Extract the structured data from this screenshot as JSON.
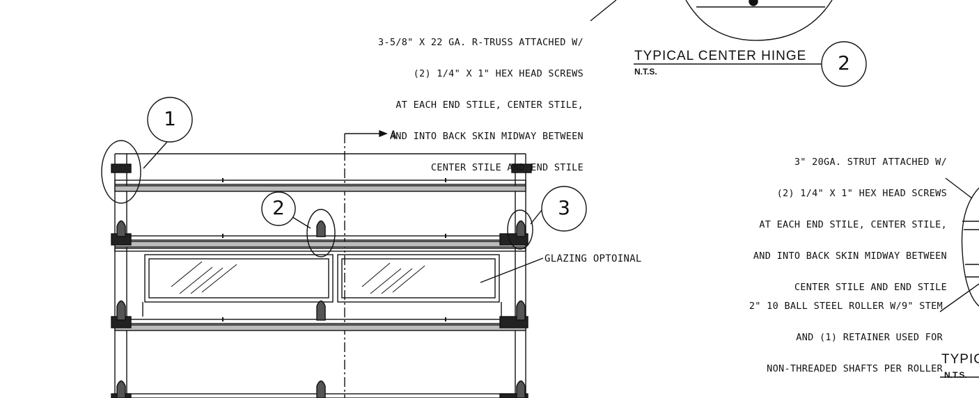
{
  "notes": {
    "rtruss": [
      "3-5/8\" X 22 GA. R-TRUSS ATTACHED W/",
      "(2) 1/4\" X 1\" HEX HEAD SCREWS",
      "AT EACH END STILE, CENTER STILE,",
      "AND INTO BACK SKIN MIDWAY BETWEEN",
      "CENTER STILE AND END STILE"
    ],
    "strut": [
      "3\" 20GA. STRUT ATTACHED W/",
      "(2) 1/4\" X 1\" HEX HEAD SCREWS",
      "AT EACH END STILE, CENTER STILE,",
      "AND INTO BACK SKIN MIDWAY BETWEEN",
      "CENTER STILE AND END STILE"
    ],
    "roller": [
      "2\" 10 BALL STEEL ROLLER W/9\" STEM",
      "AND (1) RETAINER USED FOR",
      "NON-THREADED SHAFTS PER ROLLER"
    ],
    "glazing": "GLAZING OPTOINAL"
  },
  "details": {
    "center_hinge_title": "TYPICAL CENTER HINGE",
    "center_hinge_scale": "N.T.S.",
    "center_hinge_number": "2",
    "right_title_partial": "TYPIC",
    "right_scale": "N.T.S."
  },
  "section": {
    "label": "A"
  },
  "bubbles": [
    "1",
    "2",
    "3"
  ]
}
